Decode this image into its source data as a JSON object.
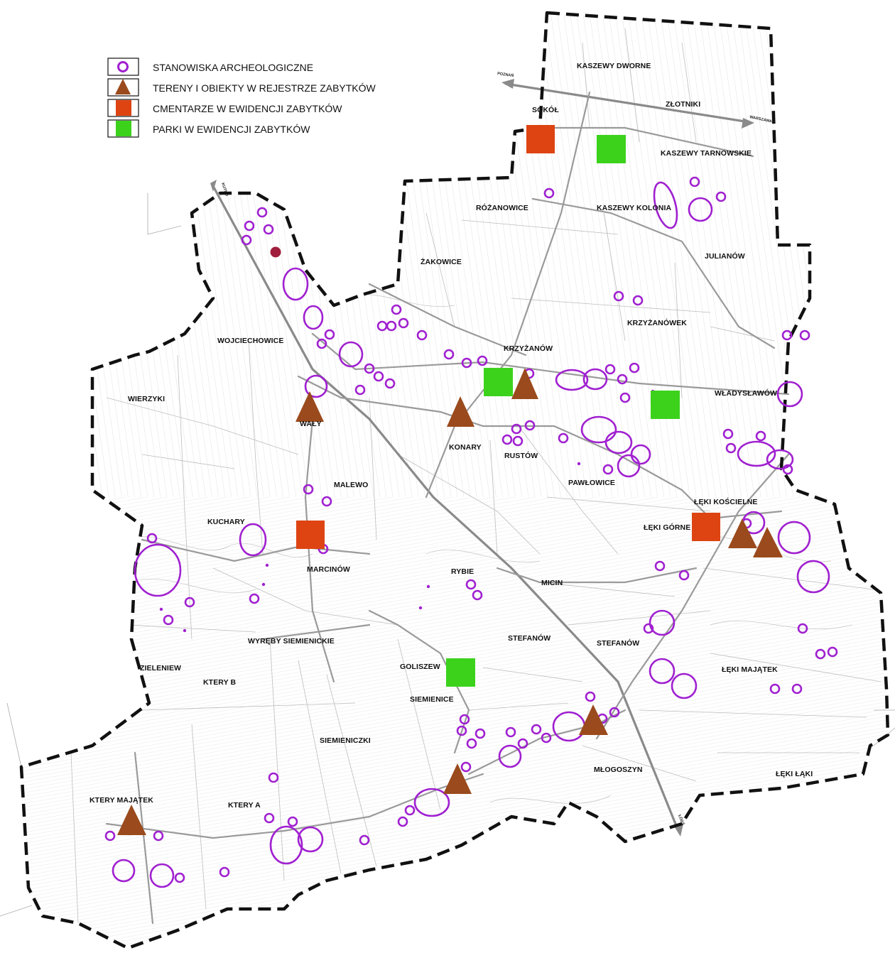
{
  "colors": {
    "archaeological": "#a020d0",
    "register": "#9a4a1c",
    "cemetery": "#dd4412",
    "park": "#3cd21c",
    "boundary": "#111111",
    "road": "#7a7a7a",
    "fields": "#c8c8c8"
  },
  "legend": [
    {
      "symbol": "ring-icon",
      "label": "STANOWISKA ARCHEOLOGICZNE"
    },
    {
      "symbol": "triangle-icon",
      "label": "TERENY I OBIEKTY W REJESTRZE ZABYTKÓW"
    },
    {
      "symbol": "red-square-icon",
      "label": "CMENTARZE W EWIDENCJI ZABYTKÓW"
    },
    {
      "symbol": "green-square-icon",
      "label": "PARKI W EWIDENCJI ZABYTKÓW"
    }
  ],
  "road_labels": {
    "poznan": "POZNAŃ",
    "warszawa": "WARSZAWA",
    "kutno": "KUTNO",
    "lodz": "ŁÓDŹ"
  },
  "places": {
    "kaszewy_dworne": "KASZEWY DWORNE",
    "zlotniki": "ZŁOTNIKI",
    "sokol": "SOKÓŁ",
    "kaszewy_tarnowskie": "KASZEWY TARNOWSKIE",
    "rozanowice": "RÓŻANOWICE",
    "kaszewy_kolonia": "KASZEWY KOLONIA",
    "julianow": "JULIANÓW",
    "zakowice": "ŻAKOWICE",
    "krzyzanowek": "KRZYŻANÓWEK",
    "wojciechowice": "WOJCIECHOWICE",
    "krzyzanow": "KRZYŻANÓW",
    "wierzyki": "WIERZYKI",
    "wladyslawow": "WŁADYSŁAWÓW",
    "waly": "WAŁY",
    "konary": "KONARY",
    "rustow": "RUSTÓW",
    "malewo": "MALEWO",
    "pawlowice": "PAWŁOWICE",
    "leki_koscielne": "ŁĘKI KOŚCIELNE",
    "kuchary": "KUCHARY",
    "leki_gorne": "ŁĘKI GÓRNE",
    "marcinow": "MARCINÓW",
    "rybie": "RYBIE",
    "micin": "MICIN",
    "wyreby_siemienickie": "WYRĘBY SIEMIENICKIE",
    "stefanow_1": "STEFANÓW",
    "stefanow_2": "STEFANÓW",
    "zieleniew": "ZIELENIEW",
    "ktery_b": "KTERY B",
    "goliszew": "GOLISZEW",
    "leki_majatek": "ŁĘKI MAJĄTEK",
    "siemienice": "SIEMIENICE",
    "siemieniczki": "SIEMIENICZKI",
    "mlogoszyn": "MŁOGOSZYN",
    "leki_laki": "ŁĘKI ŁĄKI",
    "ktery_majatek": "KTERY MAJĄTEK",
    "ktery_a": "KTERY A"
  }
}
